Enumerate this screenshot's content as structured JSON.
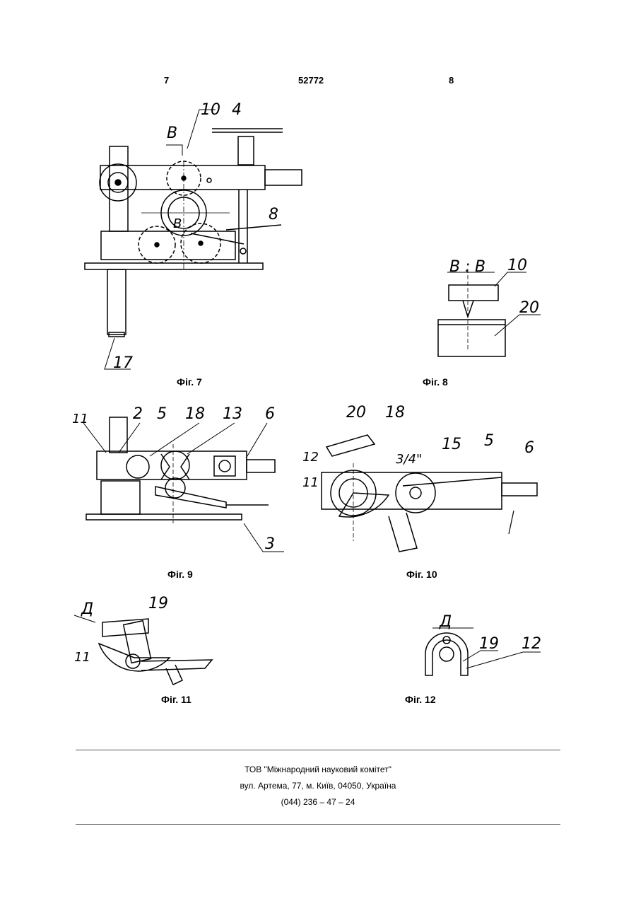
{
  "header": {
    "left": "7",
    "center": "52772",
    "right": "8"
  },
  "figures": {
    "fig7": {
      "caption": "Фіг. 7",
      "labels": [
        "10",
        "4",
        "B",
        "8",
        "B",
        "17"
      ]
    },
    "fig8": {
      "caption": "Фіг. 8",
      "labels": [
        "B",
        "B",
        "10",
        "20"
      ]
    },
    "fig9": {
      "caption": "Фіг. 9",
      "labels": [
        "11",
        "2",
        "5",
        "18",
        "13",
        "6",
        "3"
      ]
    },
    "fig10": {
      "caption": "Фіг. 10",
      "labels": [
        "20",
        "18",
        "12",
        "3/4\"",
        "15",
        "5",
        "6",
        "11"
      ]
    },
    "fig11": {
      "caption": "Фіг. 11",
      "labels": [
        "Д",
        "19",
        "11"
      ]
    },
    "fig12": {
      "caption": "Фіг. 12",
      "labels": [
        "Д",
        "19",
        "12"
      ]
    }
  },
  "footer": {
    "line1": "ТОВ \"Міжнародний науковий комітет\"",
    "line2": "вул. Артема, 77, м. Київ, 04050, Україна",
    "line3": "(044) 236 – 47 – 24"
  }
}
